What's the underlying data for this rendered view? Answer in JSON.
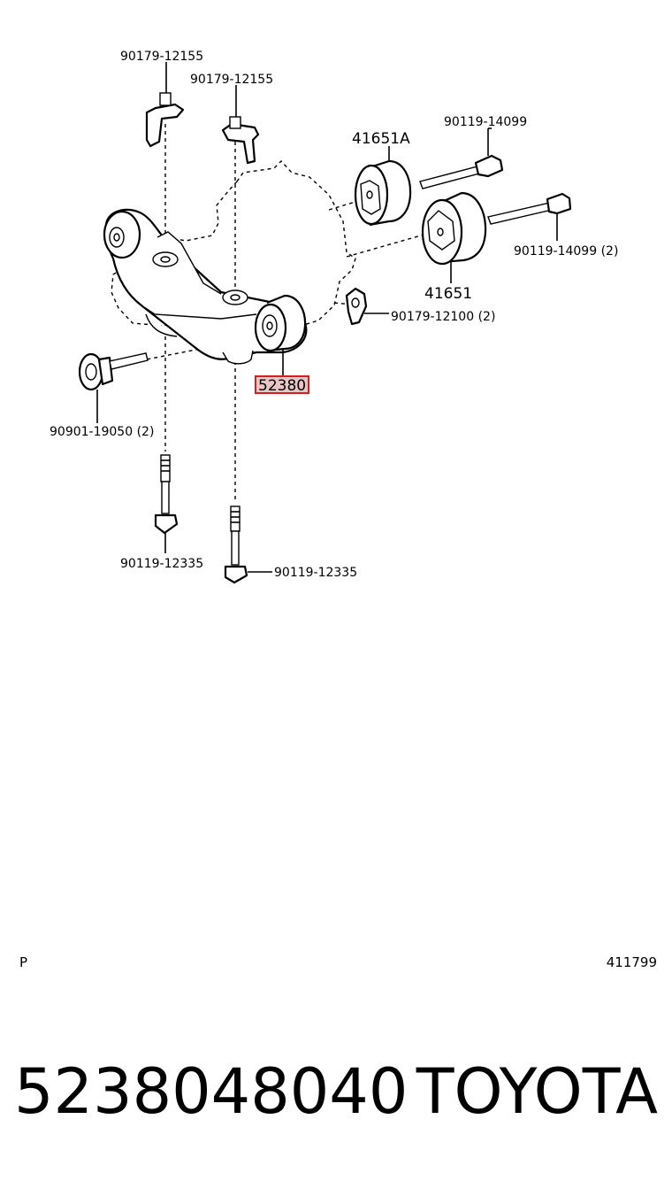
{
  "diagram": {
    "labels": {
      "bracket_bolt_left": "90179-12155",
      "bracket_bolt_right": "90179-12155",
      "mount_bolt_top": "90119-14099",
      "mount_bolt_mid": "90119-14099 (2)",
      "cushion_a": "41651A",
      "cushion_b": "41651",
      "nut_right": "90179-12100 (2)",
      "member_cushion": "52380",
      "washer_bolt": "90901-19050 (2)",
      "stud_left": "90119-12335",
      "stud_right": "90119-12335"
    },
    "highlight_color": "#d21f1f"
  },
  "page_code": "P",
  "diagram_id": "411799",
  "footer": {
    "part_number": "5238048040",
    "brand": "TOYOTA"
  }
}
